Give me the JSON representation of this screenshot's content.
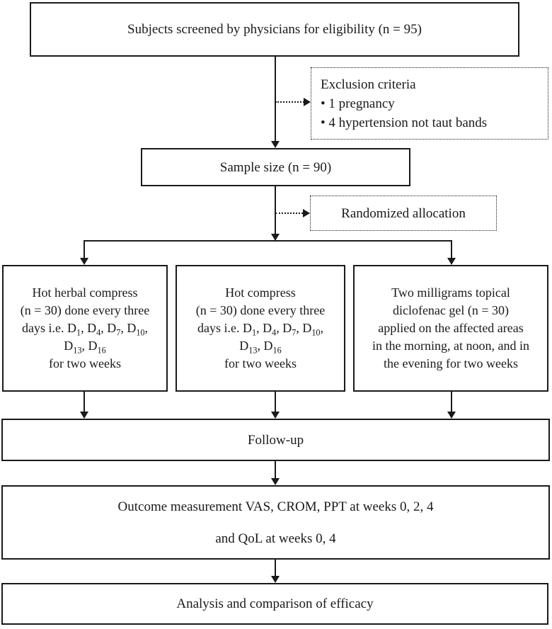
{
  "colors": {
    "line": "#1a1a1a",
    "text": "#1a1a1a",
    "background": "#ffffff"
  },
  "flow": {
    "screened": "Subjects screened by physicians for eligibility (n = 95)",
    "exclusion": {
      "title": "Exclusion criteria",
      "items": [
        "• 1 pregnancy",
        "• 4 hypertension not taut bands"
      ]
    },
    "sample": "Sample size (n = 90)",
    "randomized": "Randomized allocation",
    "arm1_lines": [
      "Hot herbal compress",
      "(n = 30) done every three",
      "days i.e. D_{1}, D_{4}, D_{7}, D_{10},",
      "D_{13}, D_{16}",
      "for two weeks"
    ],
    "arm2_lines": [
      "Hot compress",
      "(n = 30) done every three",
      "days i.e. D_{1}, D_{4}, D_{7}, D_{10},",
      "D_{13}, D_{16}",
      "for two weeks"
    ],
    "arm3_lines": [
      "Two milligrams topical",
      "diclofenac gel (n = 30)",
      "applied on the affected areas",
      "in the morning, at noon, and in",
      "the evening for two weeks"
    ],
    "followup": "Follow-up",
    "outcome_lines": [
      "Outcome measurement VAS, CROM, PPT at weeks 0, 2, 4",
      "and QoL at weeks 0, 4"
    ],
    "analysis": "Analysis and comparison of efficacy"
  }
}
